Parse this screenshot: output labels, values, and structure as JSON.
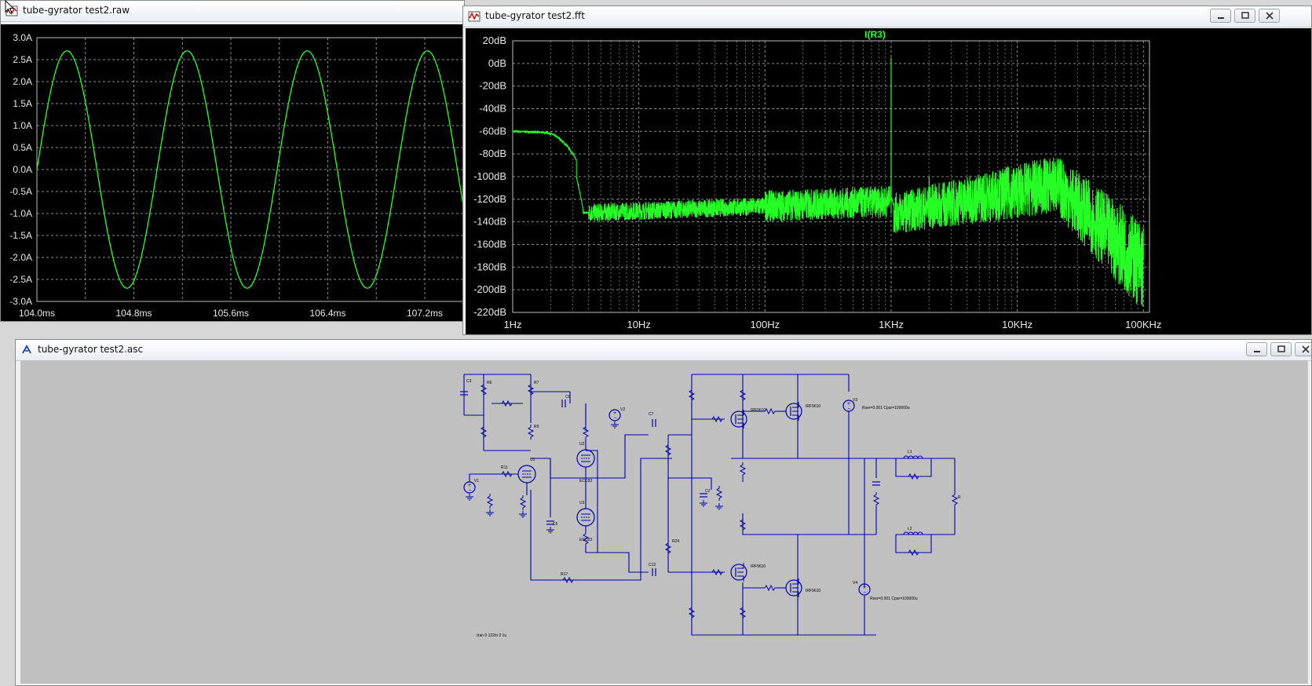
{
  "windows": {
    "raw": {
      "title": "tube-gyrator test2.raw",
      "y_ticks": [
        "3.0A",
        "2.5A",
        "2.0A",
        "1.5A",
        "1.0A",
        "0.5A",
        "0.0A",
        "-0.5A",
        "-1.0A",
        "-1.5A",
        "-2.0A",
        "-2.5A",
        "-3.0A"
      ],
      "x_ticks": [
        "104.0ms",
        "104.8ms",
        "105.6ms",
        "106.4ms",
        "107.2ms"
      ]
    },
    "fft": {
      "title": "tube-gyrator test2.fft",
      "trace_label": "I(R3)",
      "y_ticks": [
        "20dB",
        "0dB",
        "-20dB",
        "-40dB",
        "-60dB",
        "-80dB",
        "-100dB",
        "-120dB",
        "-140dB",
        "-160dB",
        "-180dB",
        "-200dB",
        "-220dB"
      ],
      "x_ticks": [
        "1Hz",
        "10Hz",
        "100Hz",
        "1KHz",
        "10KHz",
        "100KHz"
      ]
    },
    "asc": {
      "title": "tube-gyrator test2.asc",
      "directive": ".tran 0 122m 0 1u",
      "labels": {
        "C3": "C3",
        "R6": "R6",
        "R7": "R7",
        "R9": "R9",
        "C6": "C6",
        "V2": "V2",
        "C7": "C7",
        "U1": "U1",
        "U2": "U2",
        "U3": "U3",
        "V1": "V1",
        "C5": "C5",
        "R11": "R11",
        "R17": "R17",
        "C2": "C2",
        "R24": "R24",
        "C12": "C12",
        "V4": "V4",
        "V3": "V3",
        "L1": "L1",
        "L2": "L2",
        "R": "R",
        "ecc83": "ECC83",
        "mosfet": "IRF9610",
        "v3_params": "Rser=0.001 Cpar=100000u",
        "v4_params": "Rser=0.001 Cpar=100000u"
      }
    }
  },
  "colors": {
    "trace": "#26ff26",
    "grid": "#8c8c8c",
    "wire": "#0000aa",
    "plot_bg": "#000000",
    "schematic_bg": "#c0c0c0"
  }
}
